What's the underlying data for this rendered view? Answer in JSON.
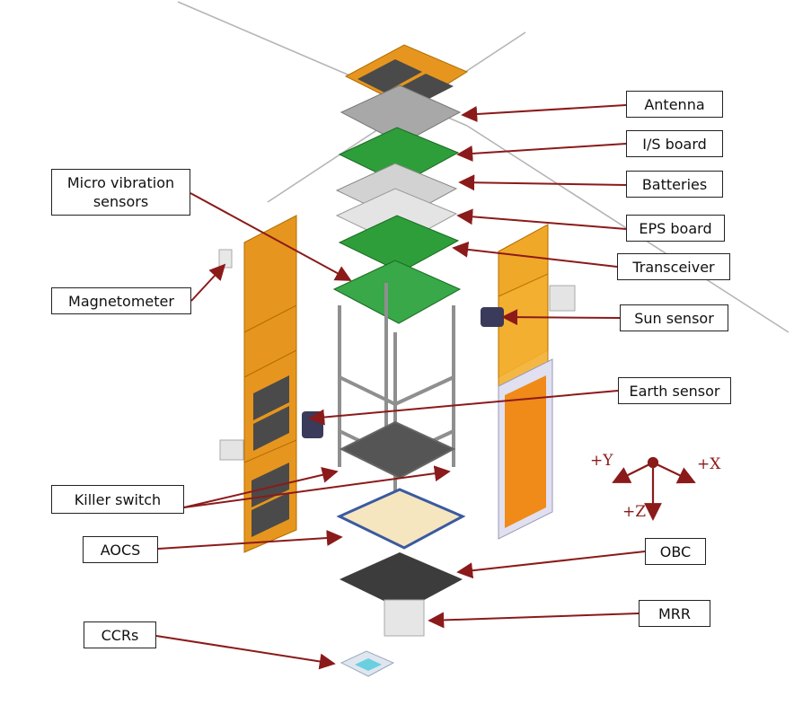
{
  "labels": {
    "antenna": "Antenna",
    "is_board": "I/S board",
    "batteries": "Batteries",
    "eps_board": "EPS board",
    "transceiver": "Transceiver",
    "micro_vibration": "Micro vibration sensors",
    "magnetometer": "Magnetometer",
    "sun_sensor": "Sun sensor",
    "earth_sensor": "Earth sensor",
    "killer_switch": "Killer switch",
    "aocs": "AOCS",
    "obc": "OBC",
    "mrr": "MRR",
    "ccrs": "CCRs"
  },
  "axes": {
    "y": "+Y",
    "x": "+X",
    "z": "+Z"
  },
  "colors": {
    "arrow": "#8b1a1a",
    "panel": "#f0a020",
    "pcb": "#2e9e3a",
    "frame": "#9a9a9a"
  }
}
